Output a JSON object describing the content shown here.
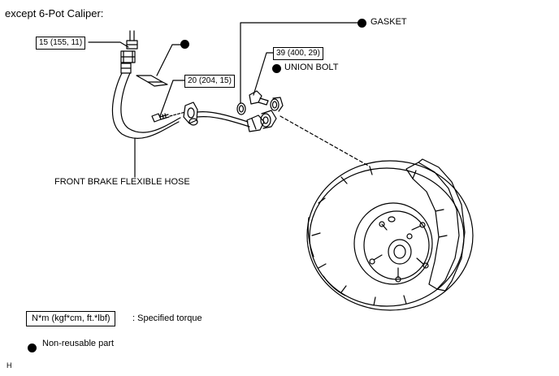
{
  "title": "except 6-Pot Caliper:",
  "callouts": {
    "torque_hose_end": "15 (155, 11)",
    "torque_bracket_bolt": "20 (204, 15)",
    "torque_union_bolt": "39 (400, 29)",
    "gasket": "GASKET",
    "union_bolt": "UNION BOLT",
    "hose": "FRONT BRAKE FLEXIBLE HOSE"
  },
  "legend": {
    "torque_units": "N*m (kgf*cm, ft.*lbf)",
    "torque_desc": ": Specified torque",
    "nonreusable_desc": "Non-reusable part"
  },
  "footer_code": "H",
  "icons": {
    "nonreusable_marker": "filled-circle"
  },
  "colors": {
    "ink": "#000000",
    "background": "#ffffff"
  }
}
